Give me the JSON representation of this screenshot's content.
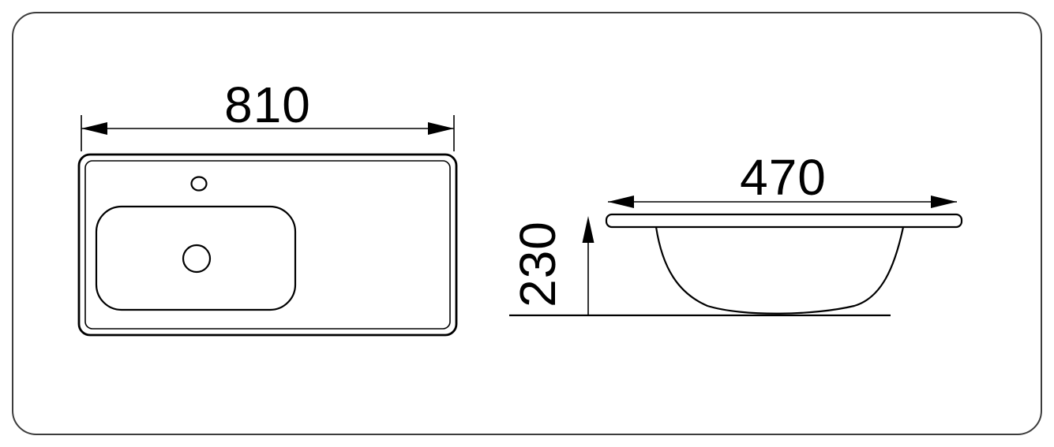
{
  "diagram": {
    "type": "technical-drawing",
    "subject": "wash-basin dimensional drawing, two orthographic views",
    "colors": {
      "line": "#000000",
      "background": "#ffffff",
      "frame_border": "#3c3c3c"
    },
    "top_view": {
      "description": "plan view of rectangular basin with faucet hole and drain",
      "width_label": "810"
    },
    "side_view": {
      "description": "front/section view of basin bowl under counter rim",
      "width_label": "470",
      "height_label": "230"
    }
  }
}
